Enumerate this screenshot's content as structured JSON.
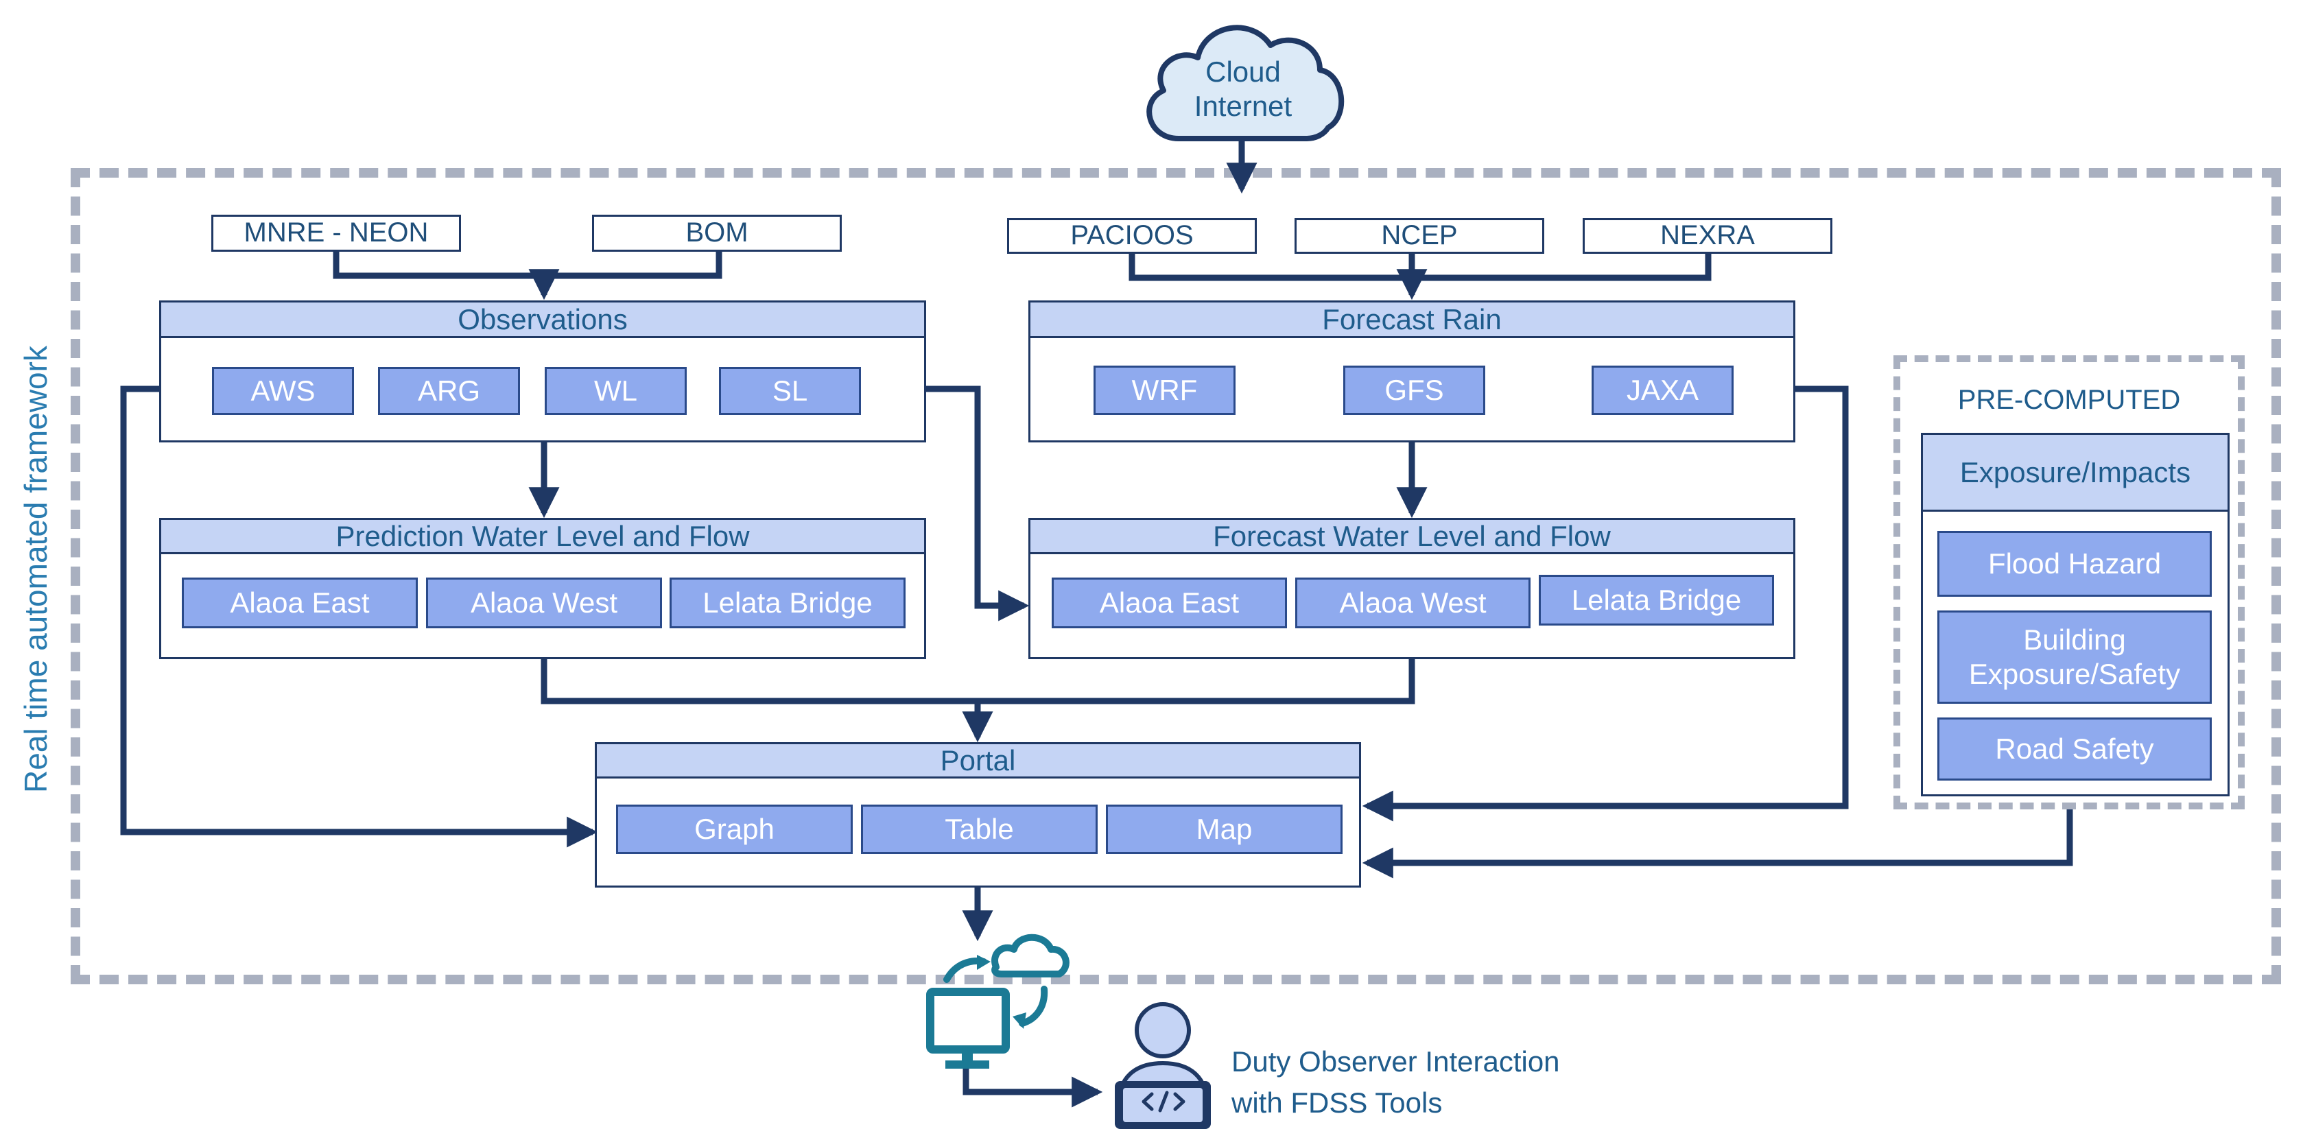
{
  "cloud": {
    "line1": "Cloud",
    "line2": "Internet"
  },
  "framework_label": "Real time automated framework",
  "obs_sources": [
    "MNRE - NEON",
    "BOM"
  ],
  "forecast_sources": [
    "PACIOOS",
    "NCEP",
    "NEXRA"
  ],
  "observations": {
    "title": "Observations",
    "items": [
      "AWS",
      "ARG",
      "WL",
      "SL"
    ]
  },
  "forecast_rain": {
    "title": "Forecast Rain",
    "items": [
      "WRF",
      "GFS",
      "JAXA"
    ]
  },
  "prediction": {
    "title": "Prediction Water Level and Flow",
    "items": [
      "Alaoa East",
      "Alaoa West",
      "Lelata Bridge"
    ]
  },
  "forecast_wl": {
    "title": "Forecast Water Level and Flow",
    "items": [
      "Alaoa East",
      "Alaoa West",
      "Lelata Bridge"
    ]
  },
  "portal": {
    "title": "Portal",
    "items": [
      "Graph",
      "Table",
      "Map"
    ]
  },
  "precomputed": {
    "title": "PRE-COMPUTED",
    "subtitle": "Exposure/Impacts",
    "items": [
      [
        "Flood Hazard"
      ],
      [
        "Building",
        "Exposure/Safety"
      ],
      [
        "Road Safety"
      ]
    ]
  },
  "duty_observer": {
    "line1": "Duty Observer Interaction",
    "line2": "with FDSS Tools"
  },
  "colors": {
    "navy": "#1F3864",
    "header_fill": "#C5D4F5",
    "chip_fill": "#8FAAEE",
    "dashed_border": "#A9B0C0",
    "teal": "#1B7A95",
    "cloud_fill": "#DCEAF7"
  },
  "icons": [
    "cloud-icon",
    "monitor-sync-icon",
    "user-laptop-icon",
    "code-icon"
  ]
}
